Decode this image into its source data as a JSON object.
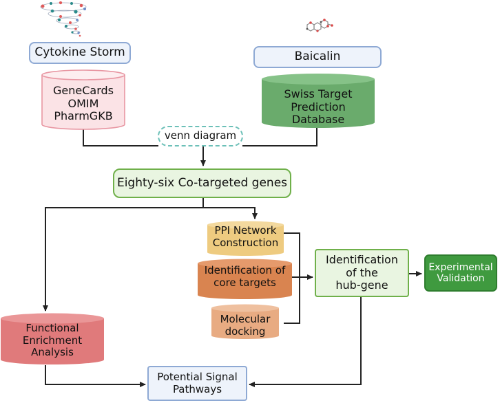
{
  "nodes": {
    "cytokine_storm": "Cytokine Storm",
    "baicalin": "Baicalin",
    "genecards_db": "GeneCards\nOMIM\nPharmGKB",
    "swiss_db": "Swiss Target\nPrediction\nDatabase",
    "venn": "venn diagram",
    "cotargeted": "Eighty-six Co-targeted genes",
    "ppi": "PPI Network\nConstruction",
    "core_targets": "Identification of\ncore targets",
    "docking": "Molecular\ndocking",
    "hub_gene": "Identification\nof  the\nhub-gene",
    "experimental": "Experimental\nValidation",
    "functional": "Functional\nEnrichment\nAnalysis",
    "pathways": "Potential Signal\nPathways"
  },
  "colors": {
    "line": "#222222",
    "pink_cylinder": "#fbe3e6",
    "pink_border": "#e896a2",
    "green_cylinder": "#6aab6c",
    "tan_cylinder": "#eecb80",
    "orange_cylinder": "#d98450",
    "peach_cylinder": "#e8ab82",
    "red_cylinder": "#e07a7b"
  },
  "icons": [
    "cytokine-tornado-icon",
    "baicalin-molecule-icon"
  ]
}
